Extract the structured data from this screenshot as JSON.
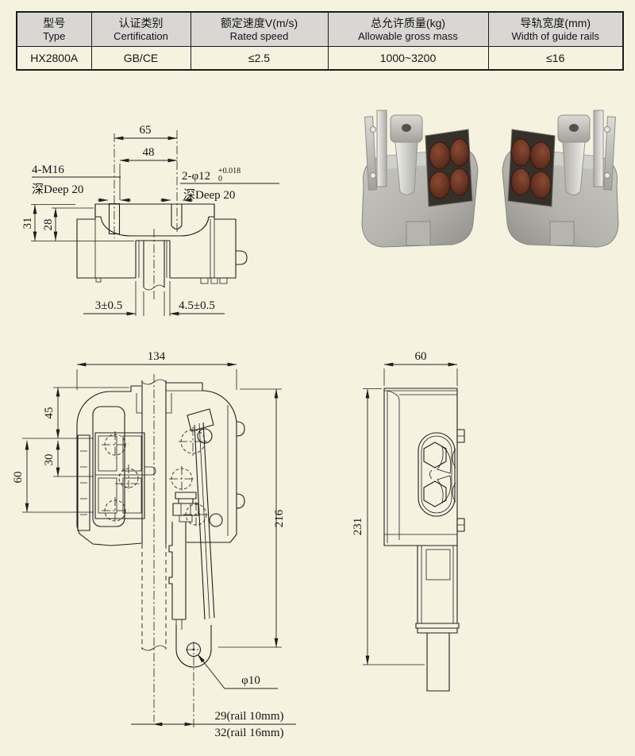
{
  "page": {
    "background": "#f6f2e0",
    "line_color": "#1f1f1f",
    "table_header_fill": "#d8d7d3"
  },
  "spec_table": {
    "headers": [
      {
        "zh": "型号",
        "en": "Type"
      },
      {
        "zh": "认证类别",
        "en": "Certification"
      },
      {
        "zh": "额定速度V(m/s)",
        "en": "Rated speed"
      },
      {
        "zh": "总允许质量(kg)",
        "en": "Allowable gross mass"
      },
      {
        "zh": "导轨宽度(mm)",
        "en": "Width of guide rails"
      }
    ],
    "row": {
      "type": "HX2800A",
      "certification": "GB/CE",
      "rated_speed": "≤2.5",
      "gross_mass": "1000~3200",
      "rail_width": "≤16"
    }
  },
  "front_section_view": {
    "dim_65": "65",
    "dim_48": "48",
    "thread_note": "4-M16",
    "thread_depth": "深Deep 20",
    "hole_note": "2-φ12",
    "hole_tol_upper": "+0.018",
    "hole_tol_lower": "0",
    "hole_depth": "深Deep 20",
    "dim_31": "31",
    "dim_28": "28",
    "gap_left": "3±0.5",
    "gap_right": "4.5±0.5"
  },
  "side_view": {
    "dim_134": "134",
    "dim_45": "45",
    "dim_30": "30",
    "dim_60": "60",
    "dim_216": "216",
    "pivot_hole": "φ10",
    "offset_rail10": "29(rail 10mm)",
    "offset_rail16": "32(rail 16mm)"
  },
  "profile_view": {
    "dim_60": "60",
    "dim_231": "231"
  },
  "photo": {
    "metal_color": "#bcbab5",
    "roller_color": "#6e3b27"
  }
}
